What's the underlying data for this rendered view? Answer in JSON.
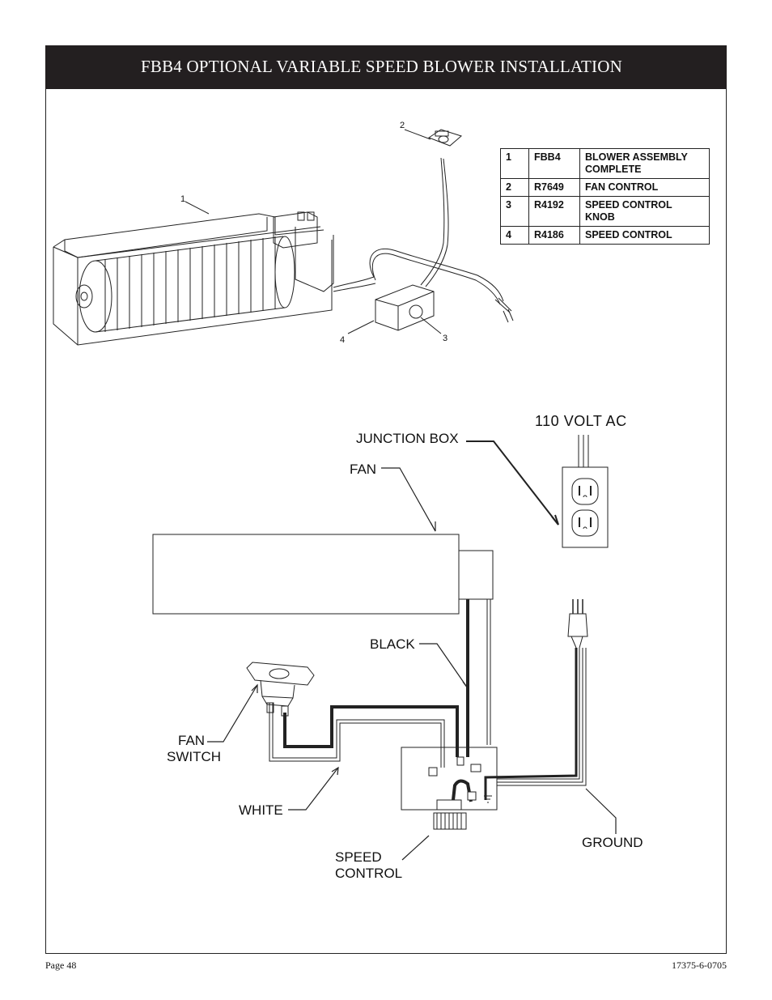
{
  "header": {
    "title": "FBB4 OPTIONAL VARIABLE SPEED BLOWER INSTALLATION"
  },
  "parts_table": {
    "rows": [
      {
        "num": "1",
        "part": "FBB4",
        "desc": "BLOWER ASSEMBLY COMPLETE"
      },
      {
        "num": "2",
        "part": "R7649",
        "desc": "FAN CONTROL"
      },
      {
        "num": "3",
        "part": "R4192",
        "desc": "SPEED CONTROL KNOB"
      },
      {
        "num": "4",
        "part": "R4186",
        "desc": "SPEED CONTROL"
      }
    ]
  },
  "callouts": {
    "c1": "1",
    "c2": "2",
    "c3": "3",
    "c4": "4"
  },
  "labels": {
    "volt": "110 VOLT AC",
    "junction_box": "JUNCTION BOX",
    "fan": "FAN",
    "black": "BLACK",
    "fan_switch_1": "FAN",
    "fan_switch_2": "SWITCH",
    "white": "WHITE",
    "ground": "GROUND",
    "speed_control_1": "SPEED",
    "speed_control_2": "CONTROL"
  },
  "footer": {
    "page": "Page 48",
    "doc_number": "17375-6-0705"
  }
}
